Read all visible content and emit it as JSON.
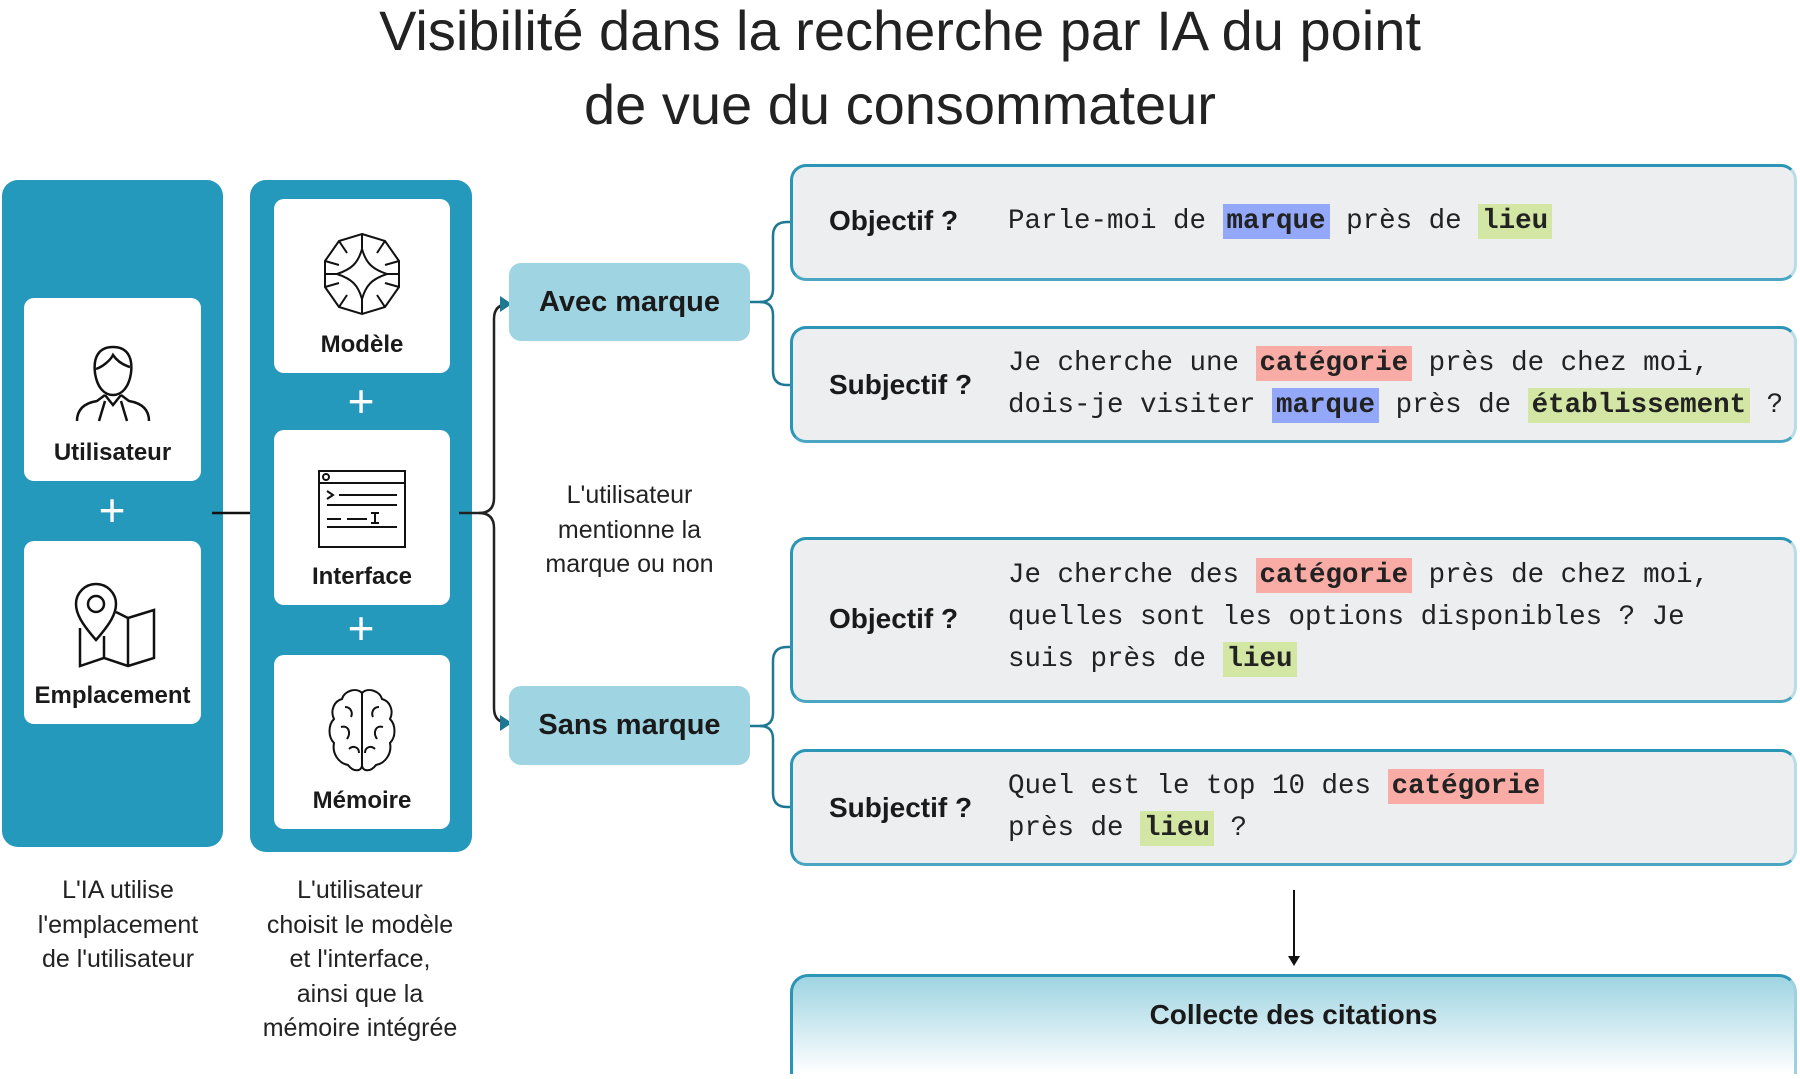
{
  "title": {
    "line1": "Visibilité dans la recherche par IA du point",
    "line2": "de vue du consommateur"
  },
  "left_panel": {
    "cards": [
      {
        "label": "Utilisateur",
        "icon": "user-icon"
      },
      {
        "label": "Emplacement",
        "icon": "map-pin-icon"
      }
    ],
    "plus": "+",
    "caption": [
      "L'IA utilise",
      "l'emplacement",
      "de l'utilisateur"
    ]
  },
  "mid_panel": {
    "cards": [
      {
        "label": "Modèle",
        "icon": "model-icon"
      },
      {
        "label": "Interface",
        "icon": "interface-icon"
      },
      {
        "label": "Mémoire",
        "icon": "brain-icon"
      }
    ],
    "plus": "+",
    "caption": [
      "L'utilisateur",
      "choisit le modèle",
      "et l'interface,",
      "ainsi que la",
      "mémoire intégrée"
    ]
  },
  "branch": {
    "avec": "Avec marque",
    "sans": "Sans marque",
    "note": [
      "L'utilisateur",
      "mentionne la",
      "marque ou non"
    ]
  },
  "boxes": [
    {
      "label": "Objectif ?",
      "lines": [
        [
          [
            "Parle-moi de ",
            ""
          ],
          [
            "marque",
            "marque"
          ],
          [
            " près de ",
            ""
          ],
          [
            "lieu",
            "lieu"
          ]
        ]
      ]
    },
    {
      "label": "Subjectif ?",
      "lines": [
        [
          [
            "Je cherche une ",
            ""
          ],
          [
            "catégorie",
            "categorie"
          ],
          [
            " près de chez moi,",
            ""
          ]
        ],
        [
          [
            "dois-je visiter ",
            ""
          ],
          [
            "marque",
            "marque"
          ],
          [
            " près de ",
            ""
          ],
          [
            "établissement",
            "lieu"
          ],
          [
            " ?",
            ""
          ]
        ]
      ]
    },
    {
      "label": "Objectif ?",
      "lines": [
        [
          [
            "Je cherche des ",
            ""
          ],
          [
            "catégorie",
            "categorie"
          ],
          [
            " près de chez moi,",
            ""
          ]
        ],
        [
          [
            "quelles sont les options disponibles ? Je",
            ""
          ]
        ],
        [
          [
            "suis près de ",
            ""
          ],
          [
            "lieu",
            "lieu"
          ]
        ]
      ]
    },
    {
      "label": "Subjectif ?",
      "lines": [
        [
          [
            "Quel est le top 10 des ",
            ""
          ],
          [
            "catégorie",
            "categorie"
          ]
        ],
        [
          [
            "près de ",
            ""
          ],
          [
            "lieu",
            "lieu"
          ],
          [
            " ?",
            ""
          ]
        ]
      ]
    }
  ],
  "collect": "Collecte des citations",
  "colors": {
    "panel": "#2599bb",
    "pill": "#9fd4e2",
    "marque": "#93a8f8",
    "categorie": "#f9aca6",
    "lieu": "#d4e6a4"
  }
}
